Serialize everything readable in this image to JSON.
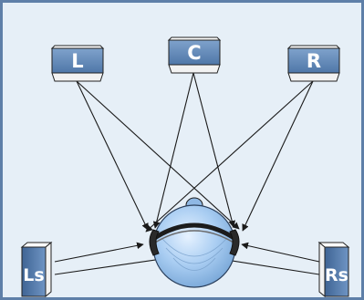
{
  "speakers": {
    "left": {
      "label": "L"
    },
    "center": {
      "label": "C"
    },
    "right": {
      "label": "R"
    },
    "left_surround": {
      "label": "Ls"
    },
    "right_surround": {
      "label": "Rs"
    }
  },
  "colors": {
    "background": "#e6eff7",
    "border": "#5e7fa8",
    "speaker_face": "#5d85b5",
    "speaker_top": "#ffffff",
    "speaker_base": "#f2f2f2",
    "head": "#9dc3ec",
    "headphones": "#1c1c1c",
    "arrows": "#1a1a1a"
  }
}
